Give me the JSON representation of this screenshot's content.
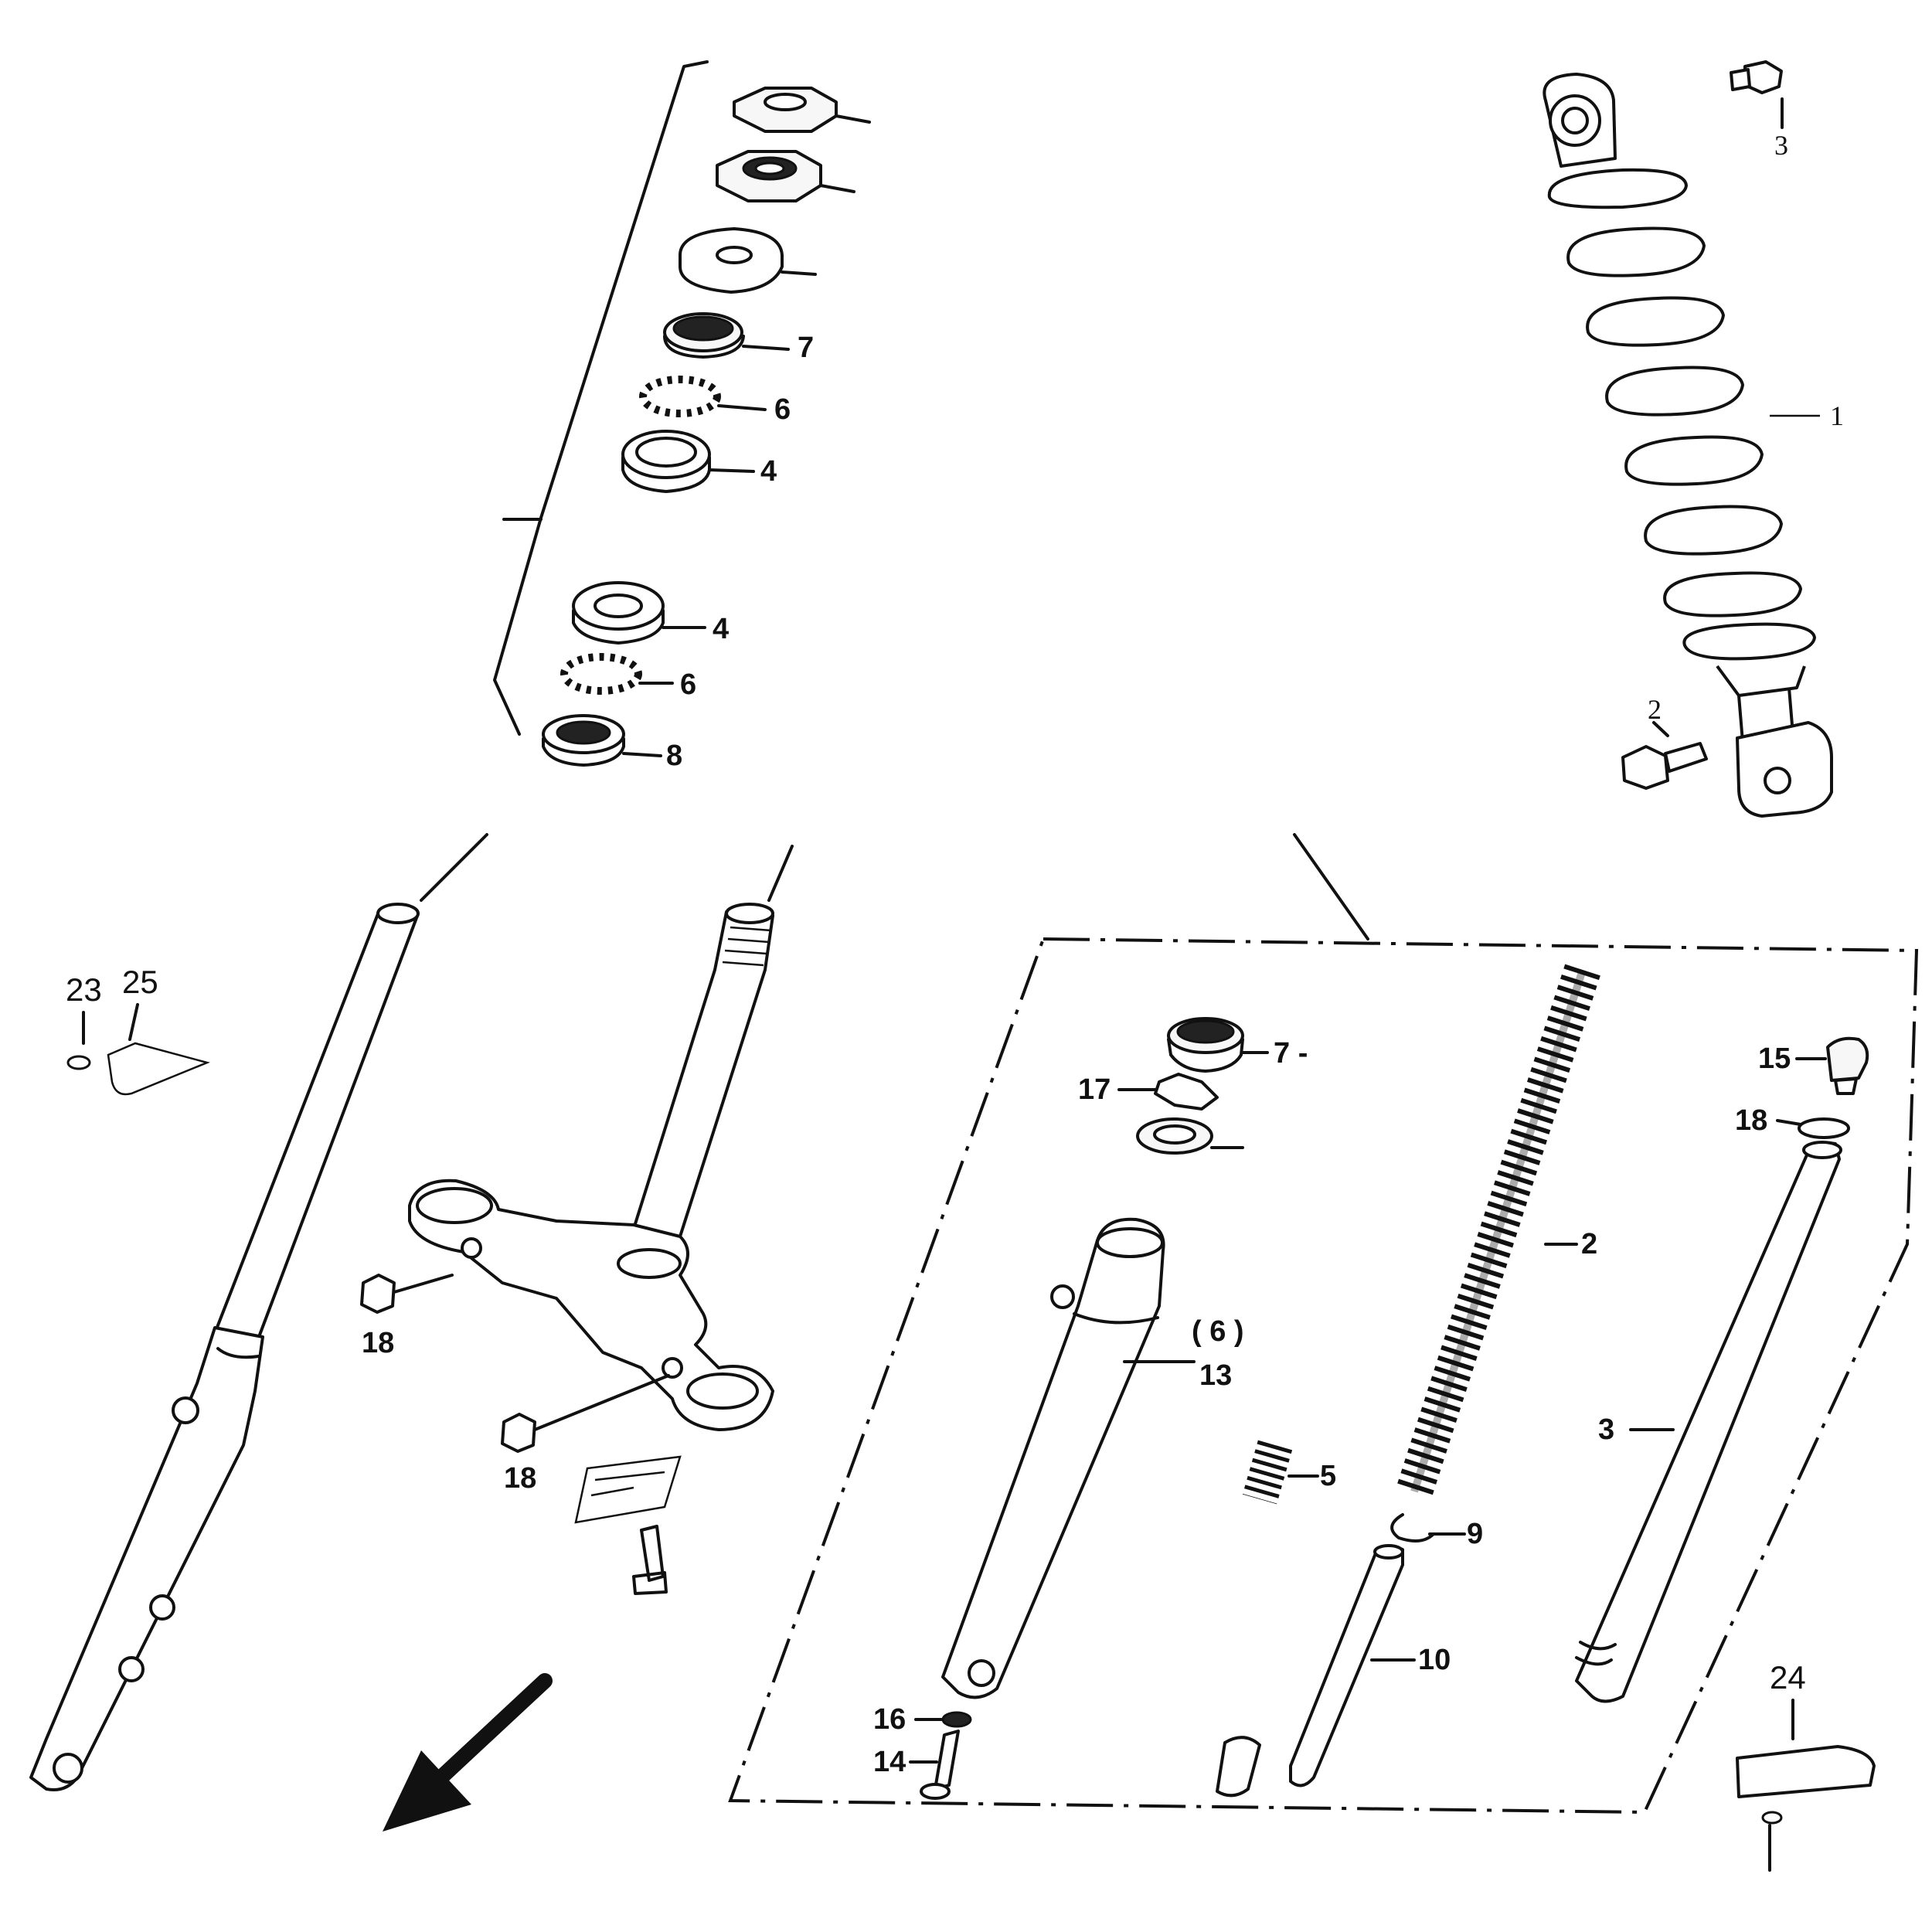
{
  "labels": {
    "steering_bearing": {
      "ring_upper": "7",
      "balls_upper": "6",
      "race_upper": "4",
      "race_lower": "4",
      "balls_lower": "6",
      "ring_lower": "8"
    },
    "rear_shock": {
      "shock": "1",
      "bolt_lower": "2",
      "bolt_upper": "3"
    },
    "fork_internals": {
      "dust_seal": "7 -",
      "oil_seal_clip": "17",
      "cap_bolt": "15",
      "washer_top": "18",
      "spring": "2",
      "slider_note": "( 6 )",
      "slider": "13",
      "inner_tube": "3",
      "rebound_spring": "5",
      "piston_ring": "9",
      "damper_rod": "10",
      "washer_bolt": "16",
      "socket_bolt": "14"
    },
    "triple_clamp": {
      "pinch_bolt_upper": "18",
      "pinch_bolt_lower": "18"
    },
    "brackets": {
      "screw_left": "23",
      "bracket_left": "25",
      "bracket_right": "24"
    }
  }
}
